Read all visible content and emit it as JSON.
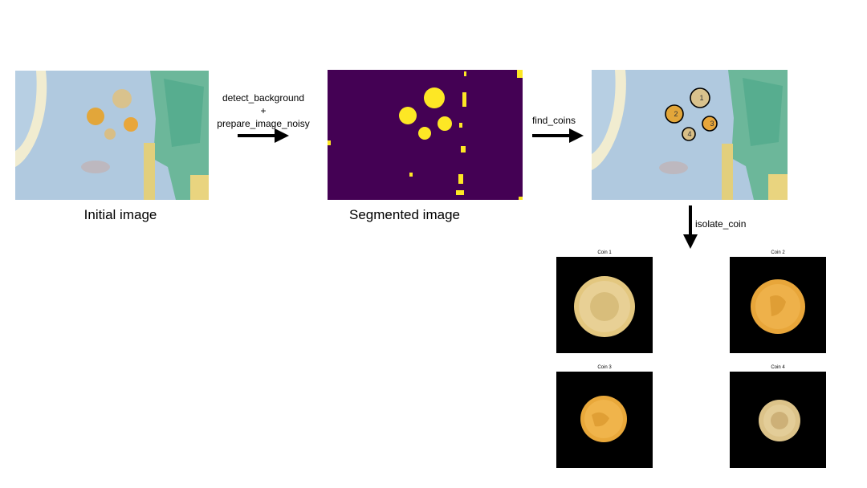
{
  "captions": {
    "initial": "Initial image",
    "segmented": "Segmented image"
  },
  "steps": {
    "detect": "detect_background",
    "plus": "+",
    "prepare": "prepare_image_noisy",
    "find": "find_coins",
    "isolate": "isolate_coin"
  },
  "coin_labels": [
    "1",
    "2",
    "3",
    "4"
  ],
  "coins": [
    {
      "title": "Coin 1",
      "color": "#e3c77f"
    },
    {
      "title": "Coin 2",
      "color": "#e8a63a"
    },
    {
      "title": "Coin 3",
      "color": "#e9a83a"
    },
    {
      "title": "Coin 4",
      "color": "#dcc389"
    }
  ],
  "colors": {
    "segment_bg": "#440154",
    "segment_fg": "#fde725",
    "coin_highlight": "#000000"
  }
}
